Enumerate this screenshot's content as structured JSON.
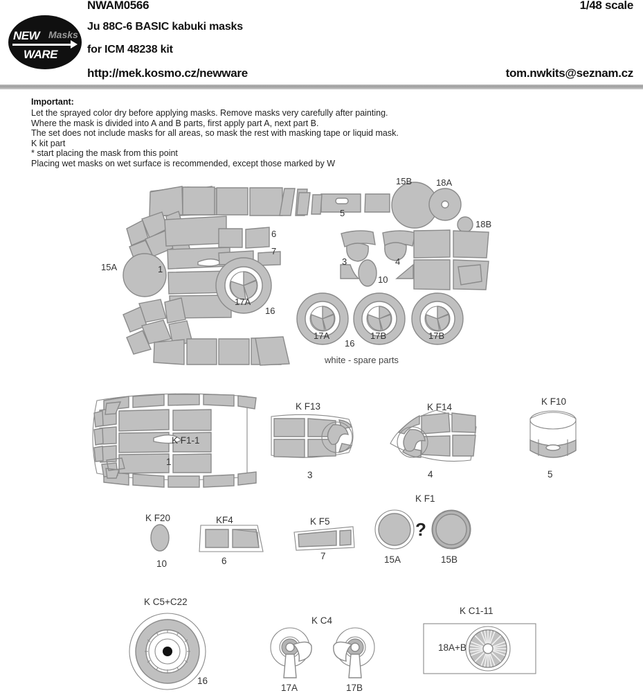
{
  "header": {
    "logo": {
      "top_word": "NEW",
      "mid_word": "Masks",
      "bottom_word": "WARE",
      "icon": "arrow-right-icon"
    },
    "product_code": "NWAM0566",
    "scale": "1/48 scale",
    "title": "Ju 88C-6  BASIC kabuki masks",
    "kit_line": "for ICM 48238 kit",
    "url": "http://mek.kosmo.cz/newware",
    "email": "tom.nwkits@seznam.cz"
  },
  "important": {
    "heading": "Important:",
    "lines": [
      "Let the sprayed color dry before applying masks. Remove masks very carefully after painting.",
      "Where the mask is divided into A and B parts, first apply part A, next part B.",
      "The set does not include masks for all areas, so mask the rest with masking tape or liquid mask.",
      "K kit part",
      "*  start placing the mask from this point",
      "Placing wet masks on wet surface is recommended, except those marked by W"
    ]
  },
  "sheet": {
    "spare_note": "white - spare parts",
    "mask_labels": [
      {
        "id": "15A",
        "text": "15A"
      },
      {
        "id": "1",
        "text": "1"
      },
      {
        "id": "6",
        "text": "6"
      },
      {
        "id": "7",
        "text": "7"
      },
      {
        "id": "5",
        "text": "5"
      },
      {
        "id": "15B",
        "text": "15B"
      },
      {
        "id": "18A",
        "text": "18A"
      },
      {
        "id": "18B",
        "text": "18B"
      },
      {
        "id": "3",
        "text": "3"
      },
      {
        "id": "4",
        "text": "4"
      },
      {
        "id": "10",
        "text": "10"
      },
      {
        "id": "17A_top",
        "text": "17A"
      },
      {
        "id": "16_top",
        "text": "16"
      },
      {
        "id": "17A_row",
        "text": "17A"
      },
      {
        "id": "16_row",
        "text": "16"
      },
      {
        "id": "17B_1",
        "text": "17B"
      },
      {
        "id": "17B_2",
        "text": "17B"
      }
    ],
    "parts": [
      {
        "code": "K F1-1",
        "number": "1"
      },
      {
        "code": "K F13",
        "number": "3"
      },
      {
        "code": "K F14",
        "number": "4"
      },
      {
        "code": "K F10",
        "number": "5"
      },
      {
        "code": "K F20",
        "number": "10"
      },
      {
        "code": "KF4",
        "number": "6"
      },
      {
        "code": "K F5",
        "number": "7"
      },
      {
        "code": "K F1",
        "number": ""
      },
      {
        "code": "K C5+C22",
        "number": "16"
      },
      {
        "code": "K C4",
        "number": ""
      },
      {
        "code": "K C1-11",
        "number": ""
      }
    ],
    "f1_pair": {
      "left": "15A",
      "right": "15B",
      "separator": "?"
    },
    "c4_pair": {
      "left": "17A",
      "right": "17B"
    },
    "c1_label": "18A+B"
  },
  "colors": {
    "mask_fill": "#c0c0c0",
    "mask_stroke": "#898989",
    "paper": "#ffffff",
    "rule": "#a8a8a8",
    "text": "#1a1a1a"
  }
}
